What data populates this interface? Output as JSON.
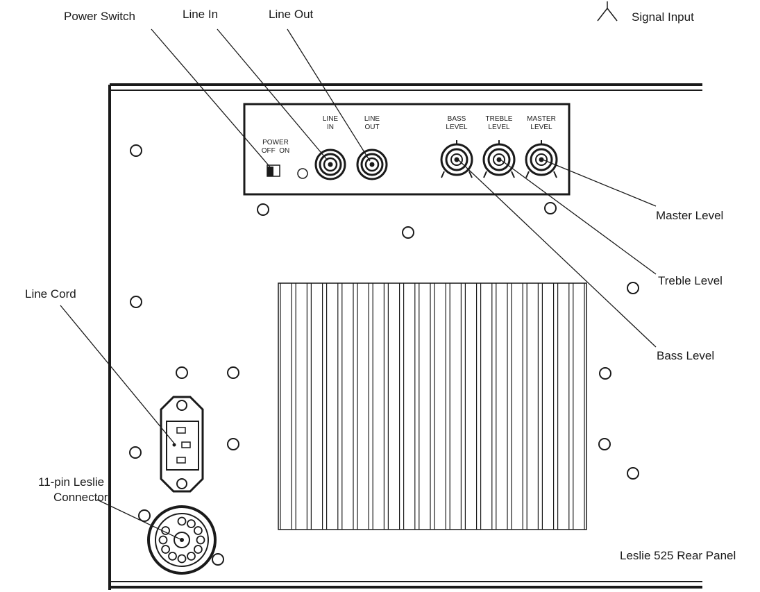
{
  "callouts": {
    "power_switch": "Power Switch",
    "line_in": "Line In",
    "line_out": "Line Out",
    "signal_input": "Signal Input",
    "master_level": "Master Level",
    "treble_level": "Treble Level",
    "bass_level": "Bass Level",
    "line_cord": "Line Cord",
    "leslie_connector_line1": "11-pin Leslie",
    "leslie_connector_line2": "Connector",
    "caption": "Leslie 525 Rear Panel"
  },
  "panel_labels": {
    "power_line1": "POWER",
    "power_line2": "OFF  ON",
    "line_in_line1": "LINE",
    "line_in_line2": "IN",
    "line_out_line1": "LINE",
    "line_out_line2": "OUT",
    "bass_line1": "BASS",
    "bass_line2": "LEVEL",
    "treble_line1": "TREBLE",
    "treble_line2": "LEVEL",
    "master_line1": "MASTER",
    "master_line2": "LEVEL"
  },
  "icons": {
    "signal_input": "signal-input-symbol",
    "jack": "rca-jack",
    "knob": "potentiometer-knob",
    "screw": "screw-hole",
    "heatsink": "heatsink-fins",
    "iec": "iec-power-inlet",
    "connector": "11-pin-connector"
  }
}
